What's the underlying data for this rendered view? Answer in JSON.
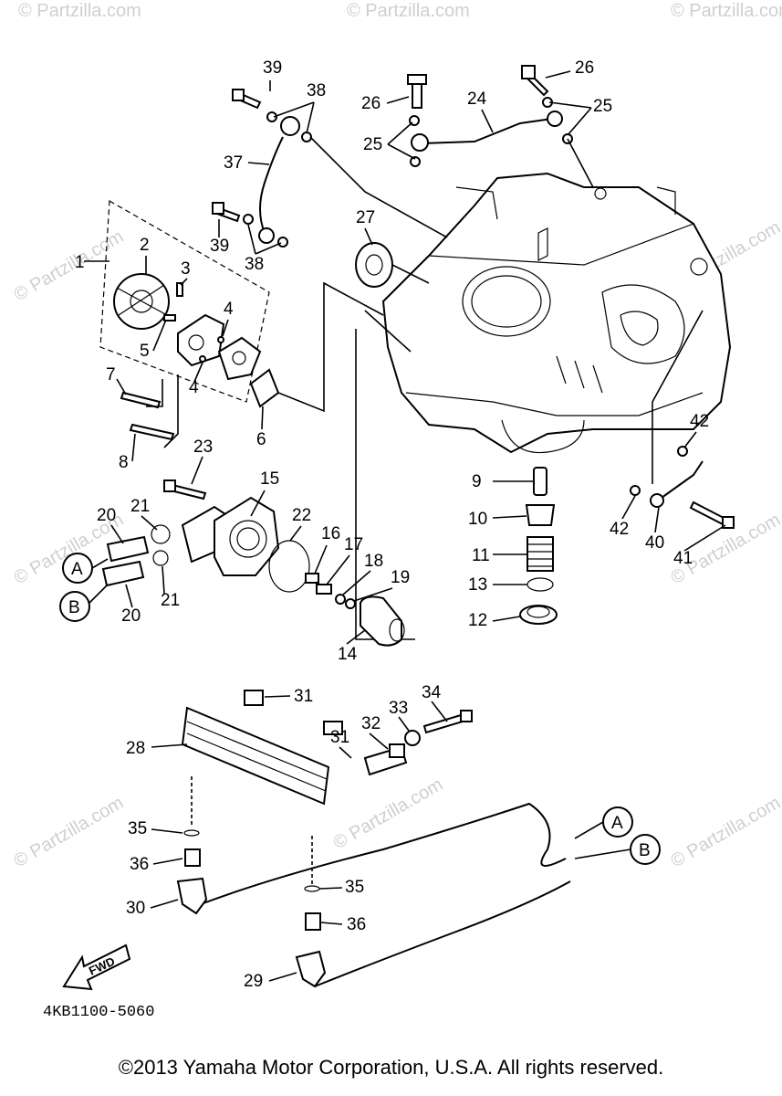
{
  "diagram": {
    "drawing_code": "4KB1100-5060",
    "copyright": "©2013 Yamaha Motor Corporation, U.S.A. All rights reserved.",
    "watermark": "© Partzilla.com",
    "fwd_label": "FWD",
    "callouts": {
      "A": "A",
      "B": "B"
    },
    "parts": [
      "1",
      "2",
      "3",
      "4",
      "5",
      "6",
      "7",
      "8",
      "9",
      "10",
      "11",
      "12",
      "13",
      "14",
      "15",
      "16",
      "17",
      "18",
      "19",
      "20",
      "21",
      "22",
      "23",
      "24",
      "25",
      "26",
      "27",
      "28",
      "29",
      "30",
      "31",
      "32",
      "33",
      "34",
      "35",
      "36",
      "37",
      "38",
      "39",
      "40",
      "41",
      "42"
    ]
  }
}
